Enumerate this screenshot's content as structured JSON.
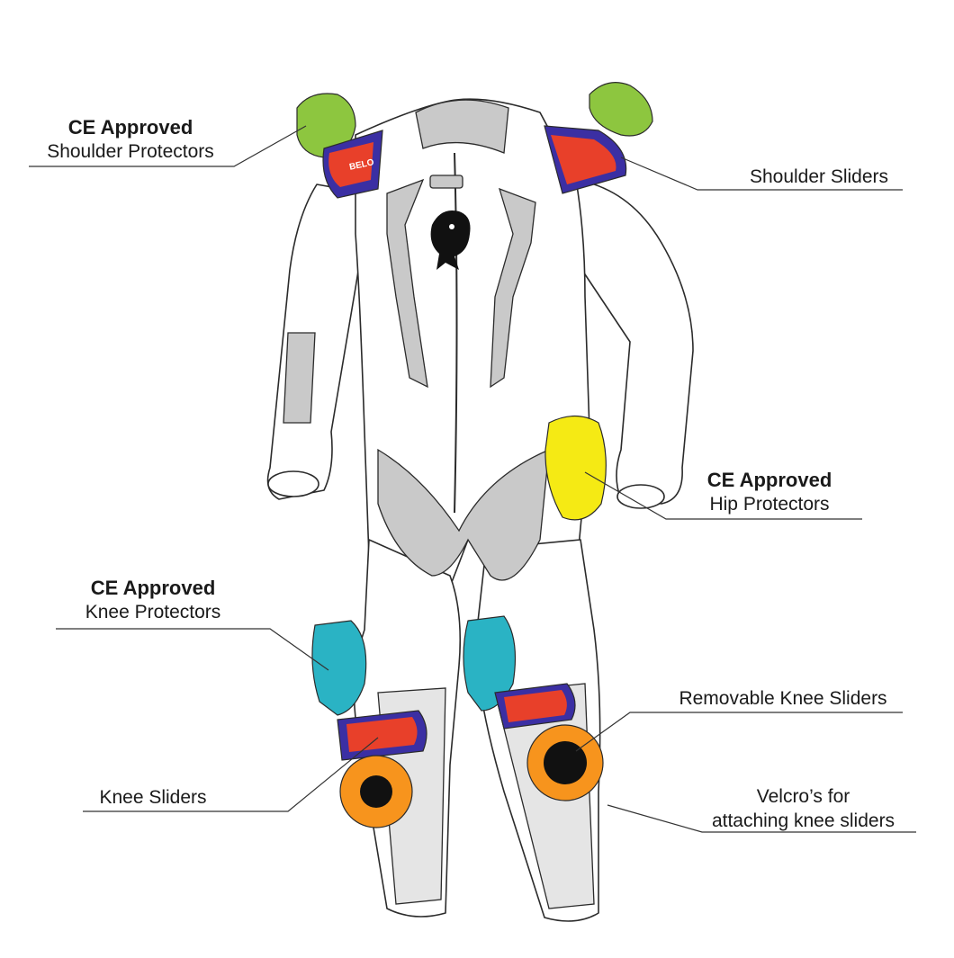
{
  "callouts": {
    "shoulder_protectors": {
      "bold": "CE Approved",
      "text": "Shoulder Protectors"
    },
    "shoulder_sliders": {
      "text": "Shoulder Sliders"
    },
    "hip_protectors": {
      "bold": "CE Approved",
      "text": "Hip Protectors"
    },
    "knee_protectors": {
      "bold": "CE Approved",
      "text": "Knee Protectors"
    },
    "removable_knee_sliders": {
      "text": "Removable Knee Sliders"
    },
    "knee_sliders": {
      "text": "Knee Sliders"
    },
    "velcros": {
      "line1": "Velcro’s for",
      "line2": "attaching knee sliders"
    }
  },
  "brand": {
    "slider_text": "BELO"
  },
  "colors": {
    "outline": "#2b2b2b",
    "suit_white": "#ffffff",
    "suit_gray": "#c9c9c9",
    "shoulder_protector": "#8dc63f",
    "slider_red": "#e8402a",
    "slider_blue": "#3b2fa3",
    "hip_protector": "#f5ea14",
    "knee_protector": "#2ab3c4",
    "velcro_orange": "#f7941d"
  }
}
